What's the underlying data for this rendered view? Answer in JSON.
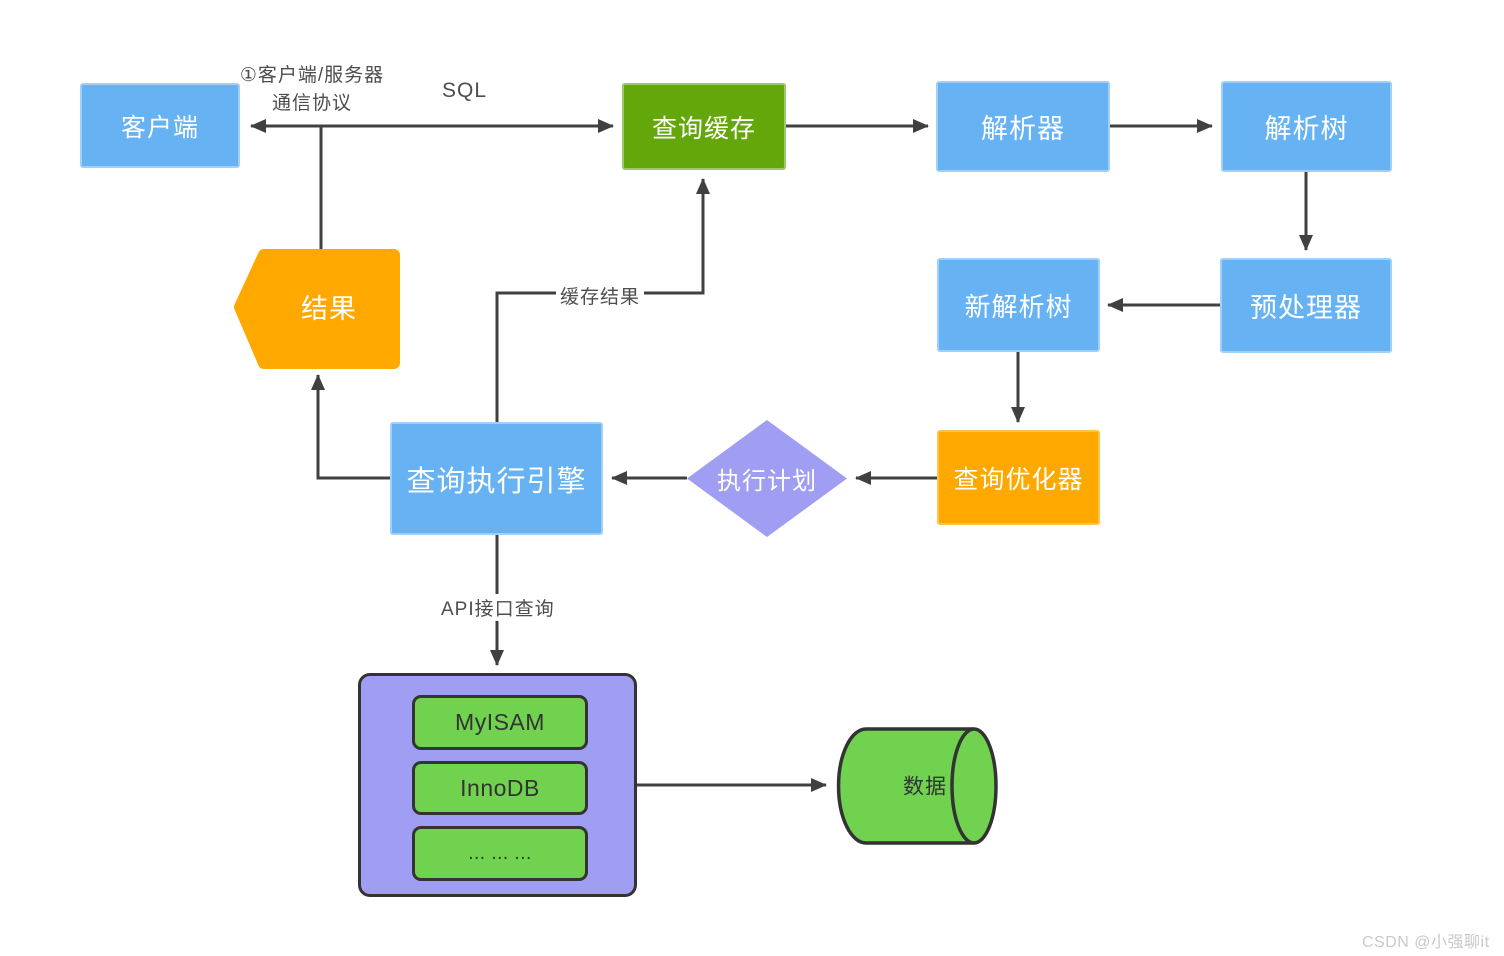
{
  "diagram": {
    "title_hint": "MySQL query execution flow",
    "nodes": {
      "client": {
        "label": "客户端",
        "color": "#66B2F2"
      },
      "query_cache": {
        "label": "查询缓存",
        "color": "#64A70B"
      },
      "parser": {
        "label": "解析器",
        "color": "#66B2F2"
      },
      "parse_tree": {
        "label": "解析树",
        "color": "#66B2F2"
      },
      "preprocessor": {
        "label": "预处理器",
        "color": "#66B2F2"
      },
      "new_parse_tree": {
        "label": "新解析树",
        "color": "#66B2F2"
      },
      "query_optimizer": {
        "label": "查询优化器",
        "color": "#FFA800"
      },
      "execution_plan": {
        "label": "执行计划",
        "color": "#A09EF3",
        "shape": "diamond"
      },
      "query_execution_engine": {
        "label": "查询执行引擎",
        "color": "#66B2F2"
      },
      "result": {
        "label": "结果",
        "color": "#FFA800",
        "shape": "left-point-pentagon"
      },
      "storage_engines": {
        "color": "#A09EF3",
        "items": [
          {
            "label": "MyISAM",
            "color": "#70D24F"
          },
          {
            "label": "InnoDB",
            "color": "#70D24F"
          },
          {
            "label": "...  ...  ...",
            "color": "#70D24F"
          }
        ]
      },
      "data_store": {
        "label": "数据",
        "color": "#70D24F",
        "shape": "cylinder"
      }
    },
    "edge_labels": {
      "protocol_line1": "①客户端/服务器",
      "protocol_line2": "通信协议",
      "sql": "SQL",
      "cache_result": "缓存结果",
      "api_query": "API接口查询"
    },
    "edges": [
      {
        "from": "客户端",
        "to": "查询缓存",
        "labels": [
          "①客户端/服务器 通信协议",
          "SQL"
        ],
        "bidirectional": true
      },
      {
        "from": "结果",
        "to": "客户端-查询缓存连线"
      },
      {
        "from": "查询缓存",
        "to": "解析器"
      },
      {
        "from": "解析器",
        "to": "解析树"
      },
      {
        "from": "解析树",
        "to": "预处理器"
      },
      {
        "from": "预处理器",
        "to": "新解析树"
      },
      {
        "from": "新解析树",
        "to": "查询优化器"
      },
      {
        "from": "查询优化器",
        "to": "执行计划"
      },
      {
        "from": "执行计划",
        "to": "查询执行引擎"
      },
      {
        "from": "查询执行引擎",
        "to": "结果"
      },
      {
        "from": "查询执行引擎",
        "to": "查询缓存",
        "label": "缓存结果"
      },
      {
        "from": "查询执行引擎",
        "to": "存储引擎",
        "label": "API接口查询"
      },
      {
        "from": "存储引擎",
        "to": "数据"
      }
    ],
    "line_color": "#404040"
  },
  "watermark": {
    "text": "CSDN @小强聊it",
    "color": "#C9C9C9"
  }
}
